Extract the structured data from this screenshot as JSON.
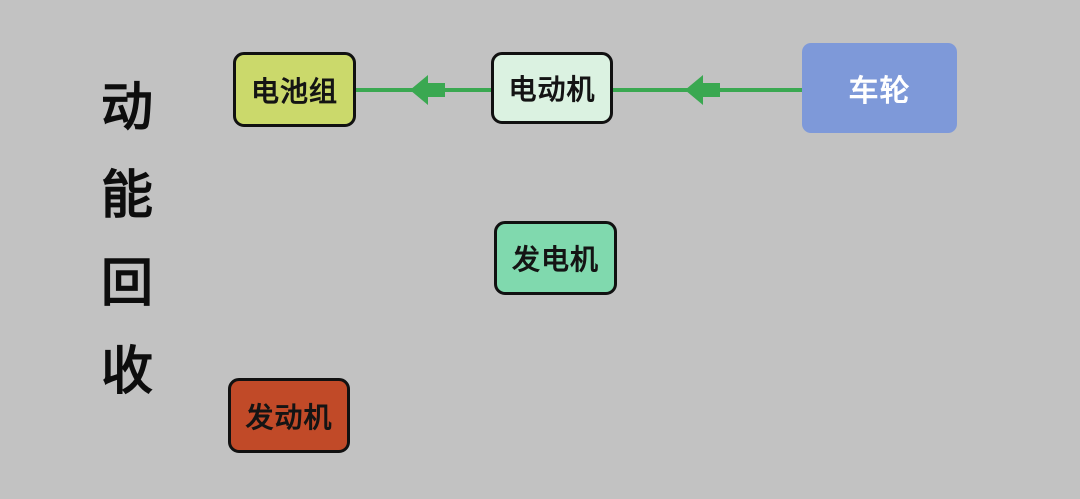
{
  "diagram": {
    "title": {
      "text": "动能回收",
      "chars": [
        "动",
        "能",
        "回",
        "收"
      ]
    },
    "nodes": [
      {
        "id": "battery-pack",
        "label": "电池组",
        "fill": "#cbd96b",
        "text_color": "#141414"
      },
      {
        "id": "electric-motor",
        "label": "电动机",
        "fill": "#dbf2e1",
        "text_color": "#141414"
      },
      {
        "id": "wheel",
        "label": "车轮",
        "fill": "#7e99d9",
        "text_color": "#ffffff"
      },
      {
        "id": "generator",
        "label": "发电机",
        "fill": "#80d9ae",
        "text_color": "#141414"
      },
      {
        "id": "engine",
        "label": "发动机",
        "fill": "#c14a28",
        "text_color": "#141414"
      }
    ],
    "edges": [
      {
        "from": "electric-motor",
        "to": "battery-pack",
        "direction": "left",
        "color": "#3aa851"
      },
      {
        "from": "wheel",
        "to": "electric-motor",
        "direction": "left",
        "color": "#3aa851"
      }
    ],
    "colors": {
      "background": "#c2c2c2",
      "node_border": "#111111",
      "arrow": "#3aa851",
      "title_text": "#0d0d0d"
    }
  }
}
